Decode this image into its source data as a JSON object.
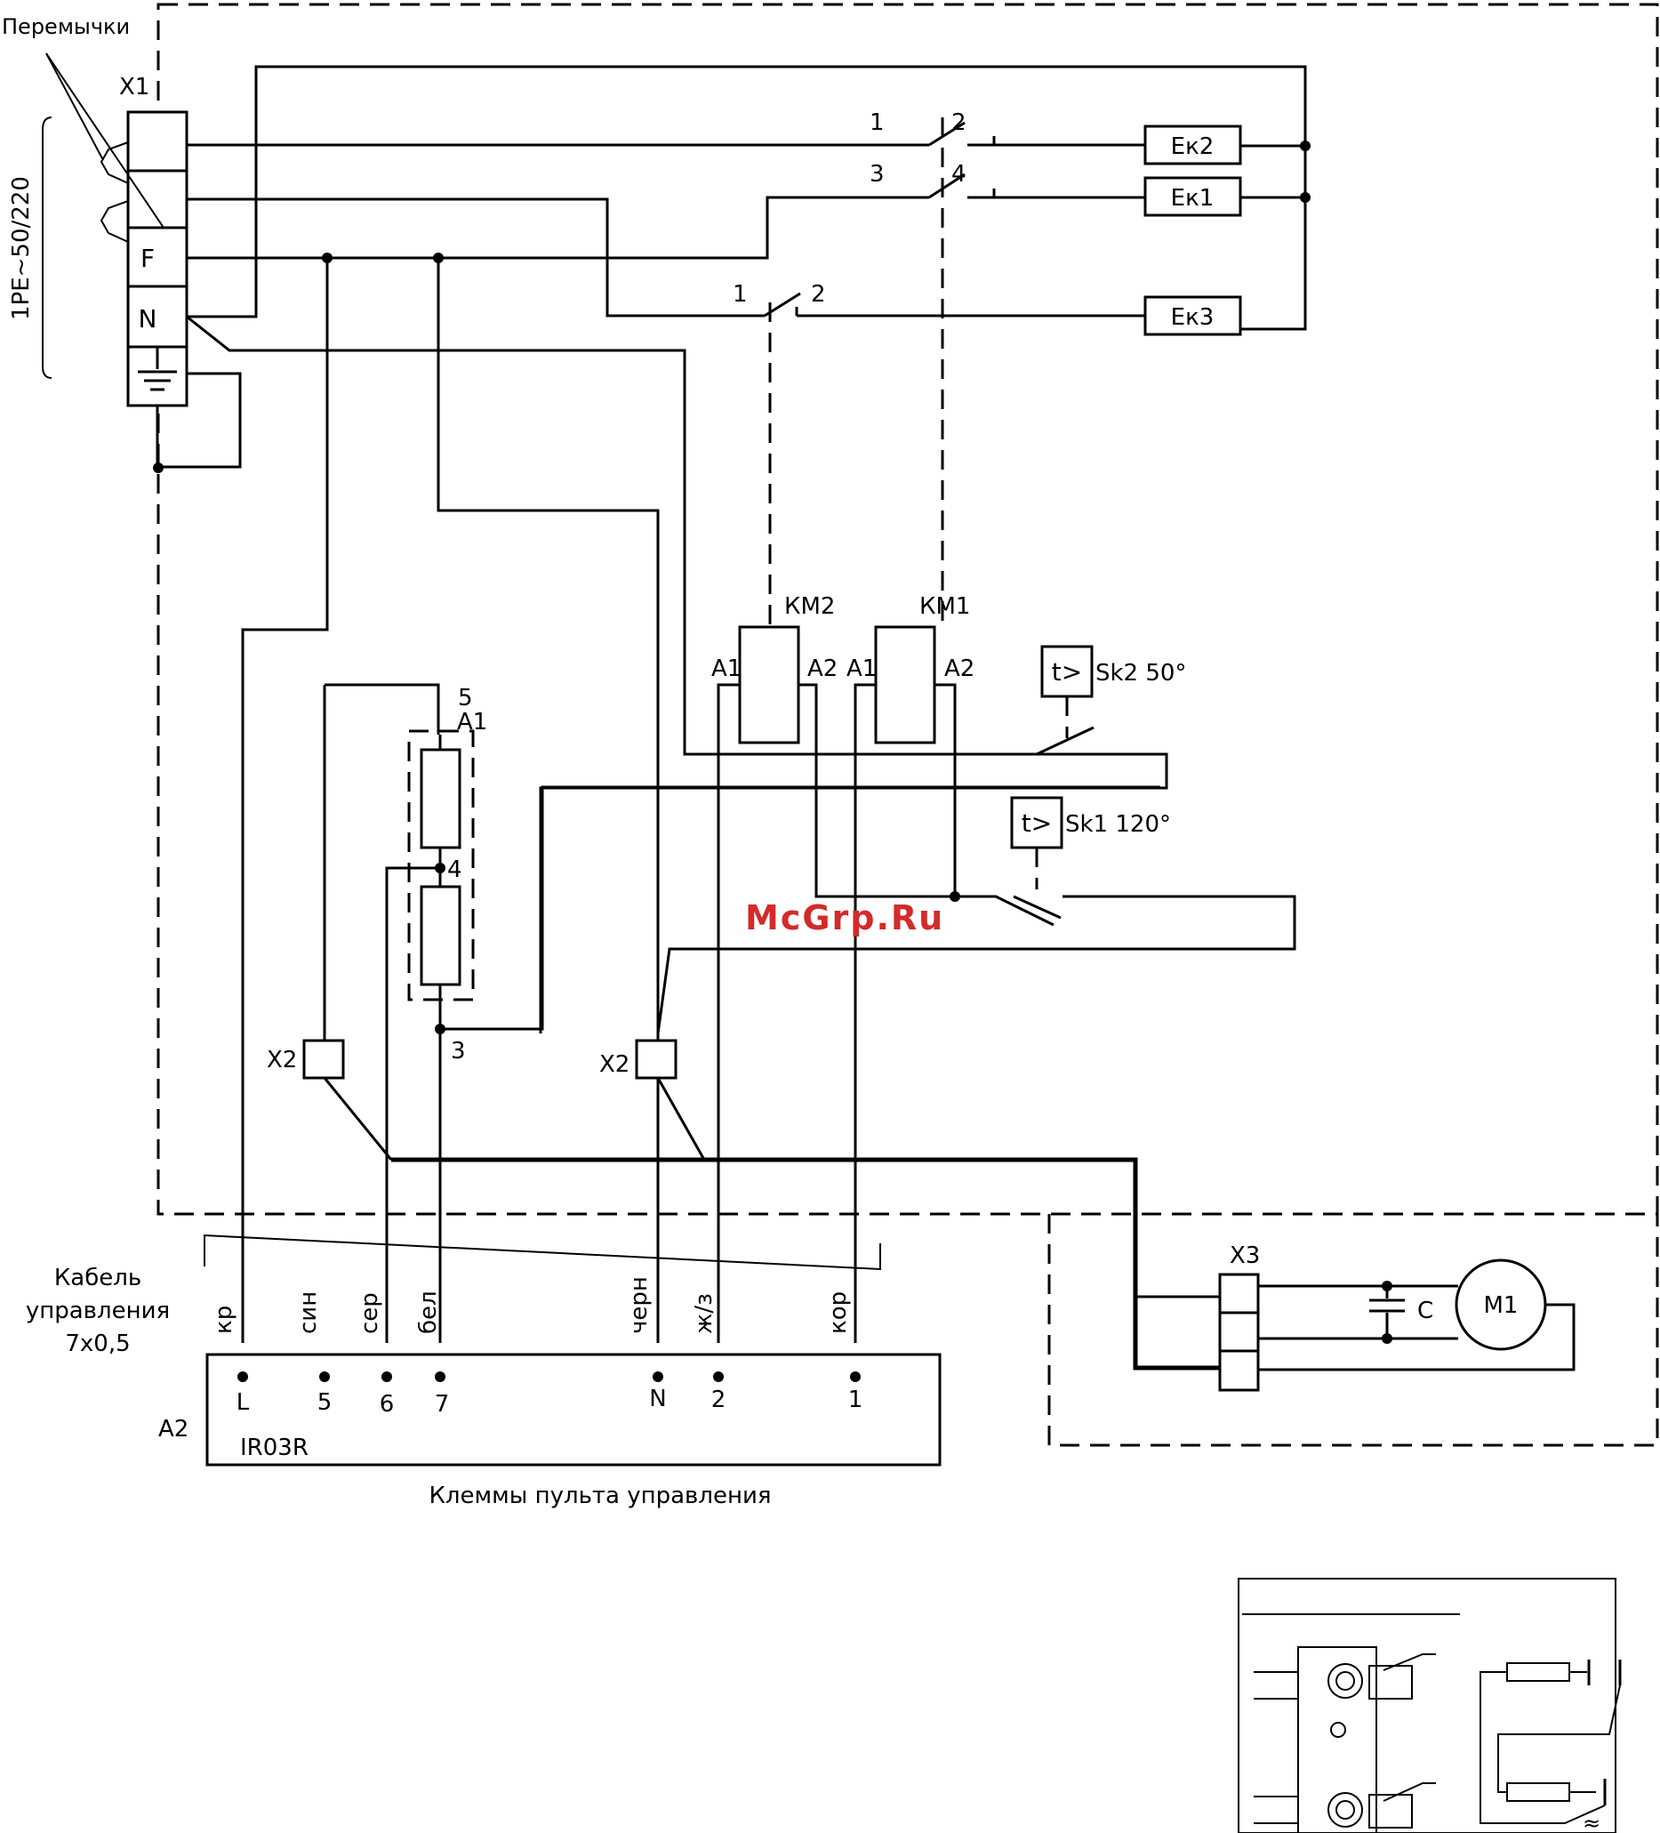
{
  "labels": {
    "peremychki": "Перемычки",
    "x1": "X1",
    "supply": "1PE~50/220",
    "term_f": "F",
    "term_n": "N",
    "ek2": "Ек2",
    "ek1": "Ек1",
    "ek3": "Ек3",
    "km1_c1": "1",
    "km1_c2": "2",
    "km1_c3": "3",
    "km1_c4": "4",
    "km2_c1": "1",
    "km2_c2": "2",
    "km2": "КМ2",
    "km1": "КМ1",
    "a1": "A1",
    "a2": "A2",
    "sk2": "Sk2 50°",
    "sk1": "Sk1 120°",
    "t_symbol": "t>",
    "res_a1": "A1",
    "res_5": "5",
    "res_4": "4",
    "res_3": "3",
    "x2": "X2",
    "x3": "X3",
    "cap_c": "C",
    "motor": "M1",
    "cable_line1": "Кабель",
    "cable_line2": "управления",
    "cable_line3": "7х0,5",
    "a2_block": "A2",
    "controller": "IR03R",
    "panel_caption": "Клеммы пульта управления",
    "watermark": "McGrp.Ru",
    "approx": "≈"
  },
  "wires": [
    "кр",
    "син",
    "сер",
    "бел",
    "черн",
    "ж/з",
    "кор"
  ],
  "terminals": [
    "L",
    "5",
    "6",
    "7",
    "N",
    "2",
    "1"
  ]
}
